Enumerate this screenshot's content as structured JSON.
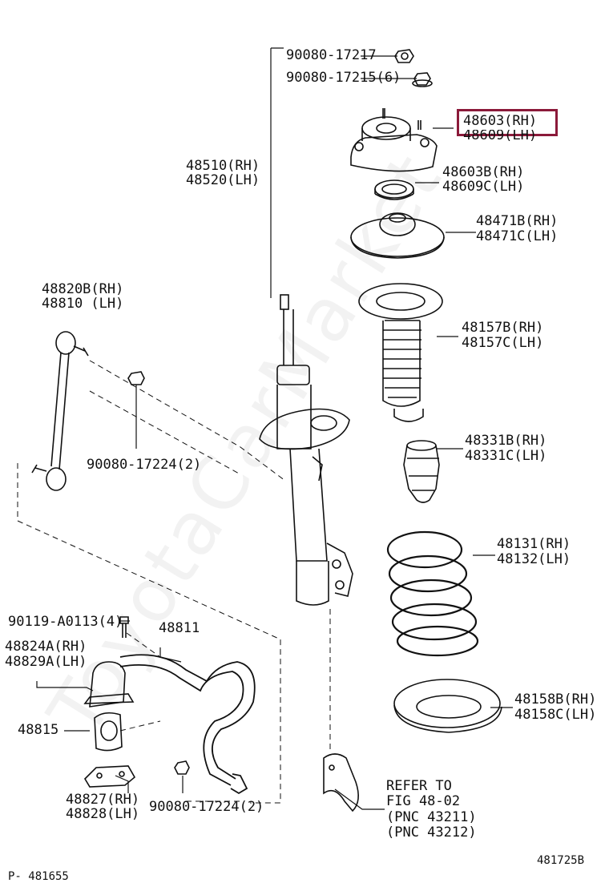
{
  "diagram": {
    "watermark": "ToyotaCarMarket",
    "page_ref": "P- 481655",
    "figure_code": "481725B",
    "highlight_color": "#8b1a3a",
    "labels": {
      "nut_1": "90080-17217",
      "nut_2": "90080-17215(6)",
      "mount_rh": "48603(RH)",
      "mount_lh": "48609(LH)",
      "bearing_rh": "48603B(RH)",
      "bearing_lh": "48609C(LH)",
      "seat_rh": "48471B(RH)",
      "seat_lh": "48471C(LH)",
      "absorber_rh": "48510(RH)",
      "absorber_lh": "48520(LH)",
      "link_rh": "48820B(RH)",
      "link_lh": "48810 (LH)",
      "boot_rh": "48157B(RH)",
      "boot_lh": "48157C(LH)",
      "link_nut": "90080-17224(2)",
      "bumper_rh": "48331B(RH)",
      "bumper_lh": "48331C(LH)",
      "spring_rh": "48131(RH)",
      "spring_lh": "48132(LH)",
      "bolt": "90119-A0113(4)",
      "stabilizer": "48811",
      "bracket_rh": "48824A(RH)",
      "bracket_lh": "48829A(LH)",
      "bushing": "48815",
      "insulator_rh": "48158B(RH)",
      "insulator_lh": "48158C(LH)",
      "lower_bracket_rh": "48827(RH)",
      "lower_bracket_lh": "48828(LH)",
      "stab_nut": "90080-17224(2)",
      "refer_1": "REFER TO",
      "refer_2": "FIG 48-02",
      "refer_3": "(PNC 43211)",
      "refer_4": "(PNC 43212)"
    }
  }
}
